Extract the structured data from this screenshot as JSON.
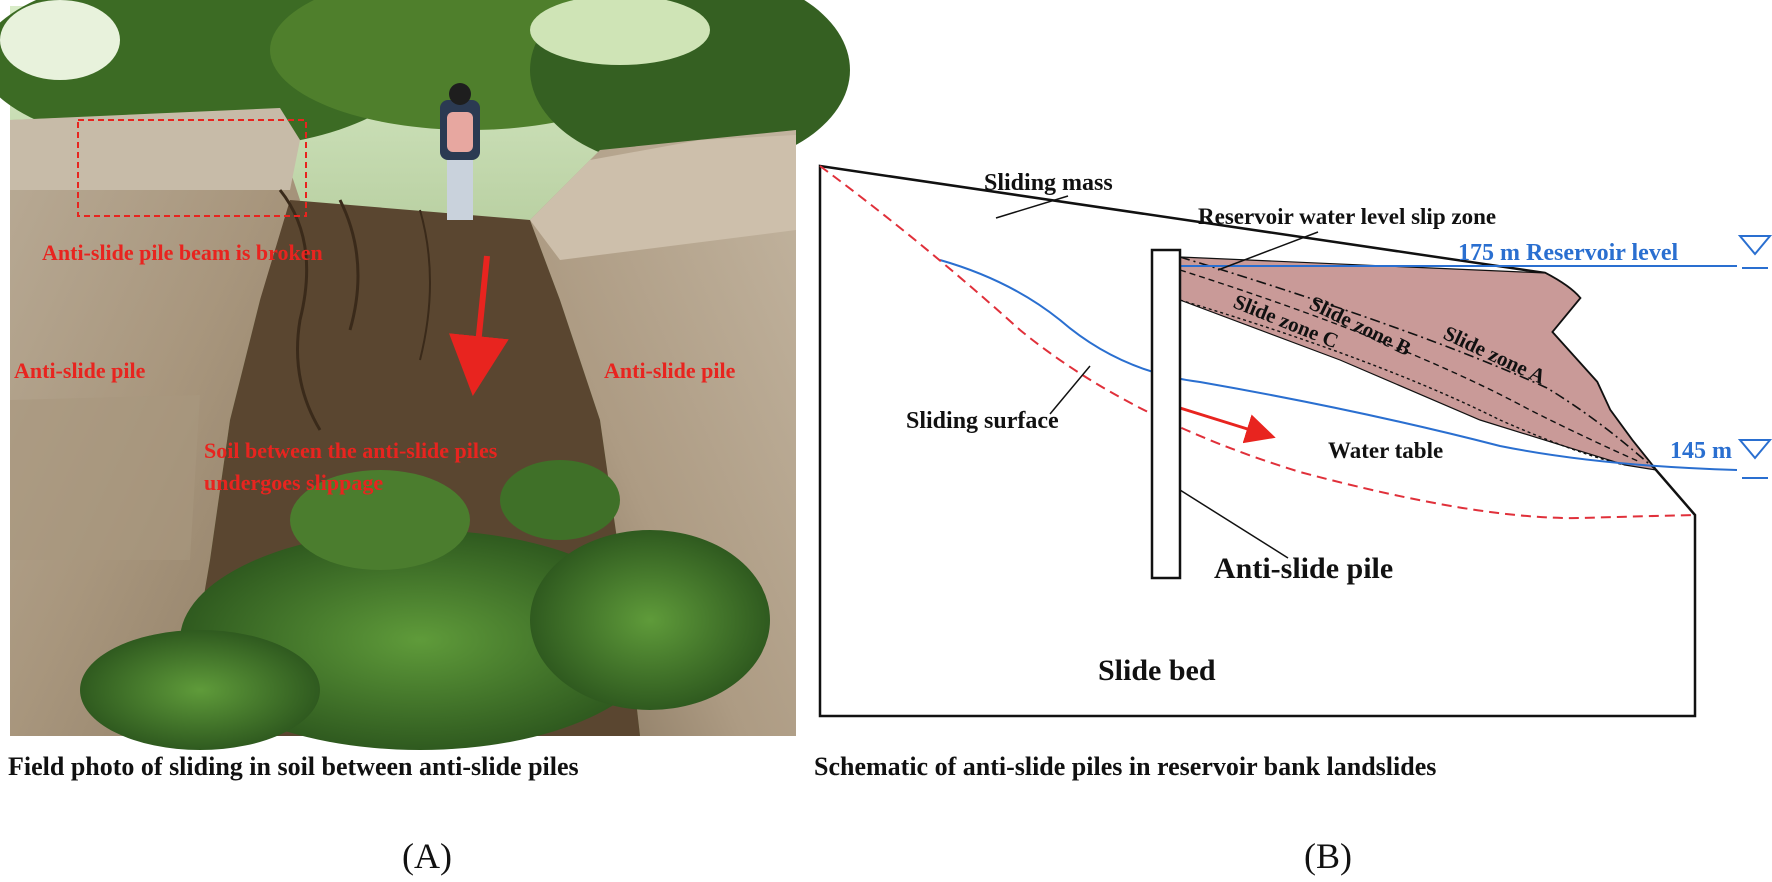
{
  "panel_a": {
    "caption": "Field photo of sliding in soil between anti-slide piles",
    "panel_label": "(A)",
    "labels": {
      "beam_broken": "Anti-slide pile beam is broken",
      "pile_left": "Anti-slide pile",
      "pile_right": "Anti-slide pile",
      "soil_line1": "Soil between the anti-slide piles",
      "soil_line2": "undergoes slippage"
    },
    "colors": {
      "annotation": "#e8241f"
    }
  },
  "panel_b": {
    "caption": "Schematic  of anti-slide piles in reservoir bank landslides",
    "panel_label": "(B)",
    "labels": {
      "sliding_mass": "Sliding mass",
      "slip_zone": "Reservoir water level slip zone",
      "reservoir_175": "175 m Reservoir level",
      "slide_zone_a": "Slide zone A",
      "slide_zone_b": "Slide zone B",
      "slide_zone_c": "Slide zone C",
      "sliding_surface": "Sliding surface",
      "water_table": "Water table",
      "level_145": "145 m",
      "anti_slide_pile": "Anti-slide pile",
      "slide_bed": "Slide bed"
    },
    "colors": {
      "water": "#2a6fd0",
      "sliding_surface": "#e0303a",
      "slip_zone_fill": "#c99a98",
      "outline": "#111111"
    }
  }
}
